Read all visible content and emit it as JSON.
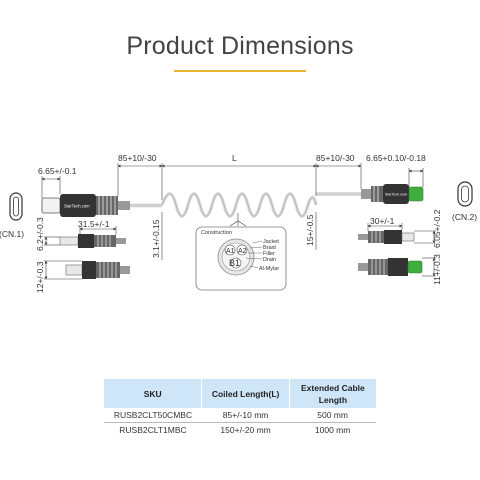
{
  "title": "Product Dimensions",
  "colors": {
    "accent": "#e8b72f",
    "header_bg": "#cfe6f8",
    "connector_green": "#3fae3f"
  },
  "diagram": {
    "cn1_label": "(CN.1)",
    "cn2_label": "(CN.2)",
    "dim_left_head": "6.65+/-0.1",
    "dim_left_segment": "85+10/-30",
    "dim_length": "L",
    "dim_right_segment": "85+10/-30",
    "dim_right_head": "6.65+0.10/-0.18",
    "dim_left_plug_len": "31.5+/-1",
    "dim_right_plug_len": "30+/-1",
    "dim_left_plug_h": "6.2+/-0.3",
    "dim_left_body_h": "12+/-0.3",
    "dim_cable_dia": "3.1+/-0.15",
    "dim_coil_dia": "15+/-0.5",
    "dim_right_plug_h": "6.05+/-0.2",
    "dim_right_body_h": "11+/-0.3",
    "construction_title": "Construction",
    "construction_labels": [
      "Jacket",
      "Braid",
      "Filler",
      "Drain",
      "Al-Mylar"
    ],
    "pin_labels": [
      "A1",
      "A2",
      "B1"
    ],
    "brand_text": "StarTech.com"
  },
  "table": {
    "headers": [
      "SKU",
      "Coiled Length(L)",
      "Extended Cable Length"
    ],
    "rows": [
      [
        "RUSB2CLT50CMBC",
        "85+/-10 mm",
        "500 mm"
      ],
      [
        "RUSB2CLT1MBC",
        "150+/-20 mm",
        "1000 mm"
      ]
    ]
  }
}
